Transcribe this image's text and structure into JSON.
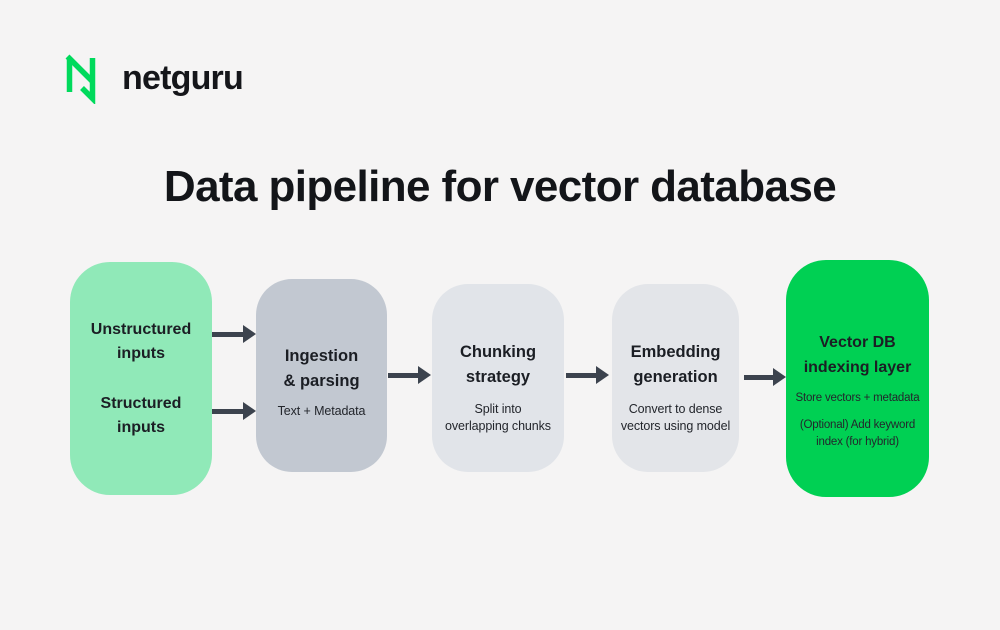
{
  "logo": {
    "brand": "netguru",
    "icon": "netguru-n-mark",
    "green": "#00da5c"
  },
  "title": "Data pipeline for vector database",
  "colors": {
    "background": "#f5f4f4",
    "inputs_box": "#90e9b8",
    "ingestion_box": "#c2c8d1",
    "chunking_box": "#e1e4e9",
    "embedding_box": "#e3e5e9",
    "vectordb_box": "#00d053",
    "arrow": "#3c434e",
    "text": "#1b1e24"
  },
  "pipeline": {
    "stages": [
      {
        "id": "inputs",
        "label1": "Unstructured\ninputs",
        "label2": "Structured\ninputs"
      },
      {
        "id": "ingestion",
        "title": "Ingestion\n& parsing",
        "subtitle": "Text + Metadata"
      },
      {
        "id": "chunking",
        "title": "Chunking\nstrategy",
        "subtitle": "Split into\noverlapping chunks"
      },
      {
        "id": "embedding",
        "title": "Embedding\ngeneration",
        "subtitle": "Convert to dense\nvectors using model"
      },
      {
        "id": "vectordb",
        "title": "Vector DB\nindexing layer",
        "subtitle1": "Store vectors + metadata",
        "subtitle2": "(Optional) Add keyword\nindex (for hybrid)"
      }
    ]
  }
}
